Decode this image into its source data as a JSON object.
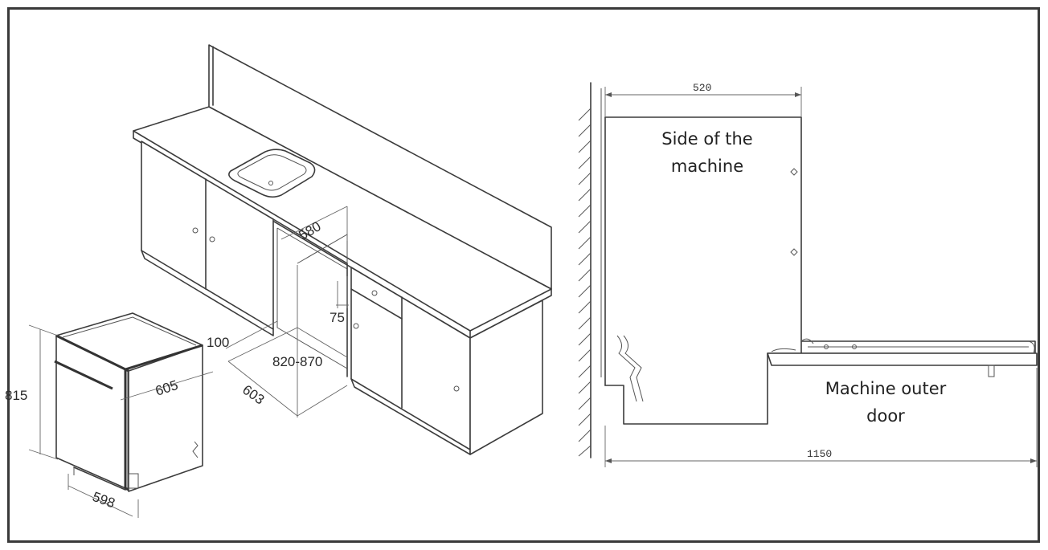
{
  "left_drawing": {
    "dims": {
      "d580": "580",
      "d75": "75",
      "d100": "100",
      "d820_870": "820-870",
      "d603": "603",
      "d605": "605",
      "d815": "815",
      "d598": "598"
    }
  },
  "right_drawing": {
    "dims": {
      "d520": "520",
      "d1150": "1150"
    },
    "labels": {
      "side_line1": "Side of the",
      "side_line2": "machine",
      "door_line1": "Machine outer",
      "door_line2": "door"
    }
  }
}
